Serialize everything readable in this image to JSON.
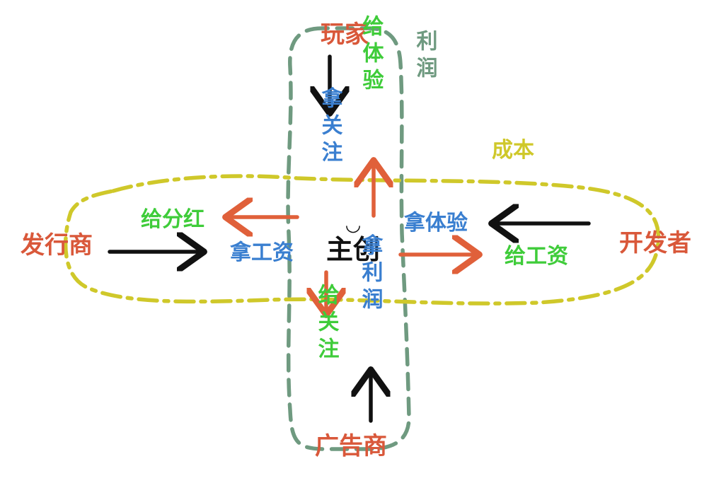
{
  "colors": {
    "actor": "#d9583a",
    "receive": "#3a7fd0",
    "give": "#3fcc3a",
    "dashed_vertical": "#6f9a80",
    "dashed_horizontal": "#cfc82a",
    "arrow_black": "#111111",
    "arrow_red": "#e0603a",
    "center": "#111111"
  },
  "actors": {
    "player": "玩家",
    "publisher": "发行商",
    "developer": "开发者",
    "advertiser": "广告商"
  },
  "center": {
    "label": "主创",
    "smile": "◡"
  },
  "labels": {
    "receive_attention": "拿关注",
    "give_experience": "给体验",
    "give_dividend": "给分红",
    "receive_salary": "拿工资",
    "receive_experience": "拿体验",
    "give_salary": "给工资",
    "receive_profit": "拿利润",
    "give_attention": "给关注"
  },
  "regions": {
    "profit": "利润",
    "cost": "成本"
  },
  "icons": {
    "arrow_player_down": "arrow-down-icon",
    "arrow_center_up": "arrow-up-icon",
    "arrow_center_left": "arrow-left-icon",
    "arrow_publisher_right": "arrow-right-icon",
    "arrow_developer_left": "arrow-left-icon",
    "arrow_center_right": "arrow-right-icon",
    "arrow_center_down": "arrow-down-icon",
    "arrow_advertiser_up": "arrow-up-icon"
  }
}
